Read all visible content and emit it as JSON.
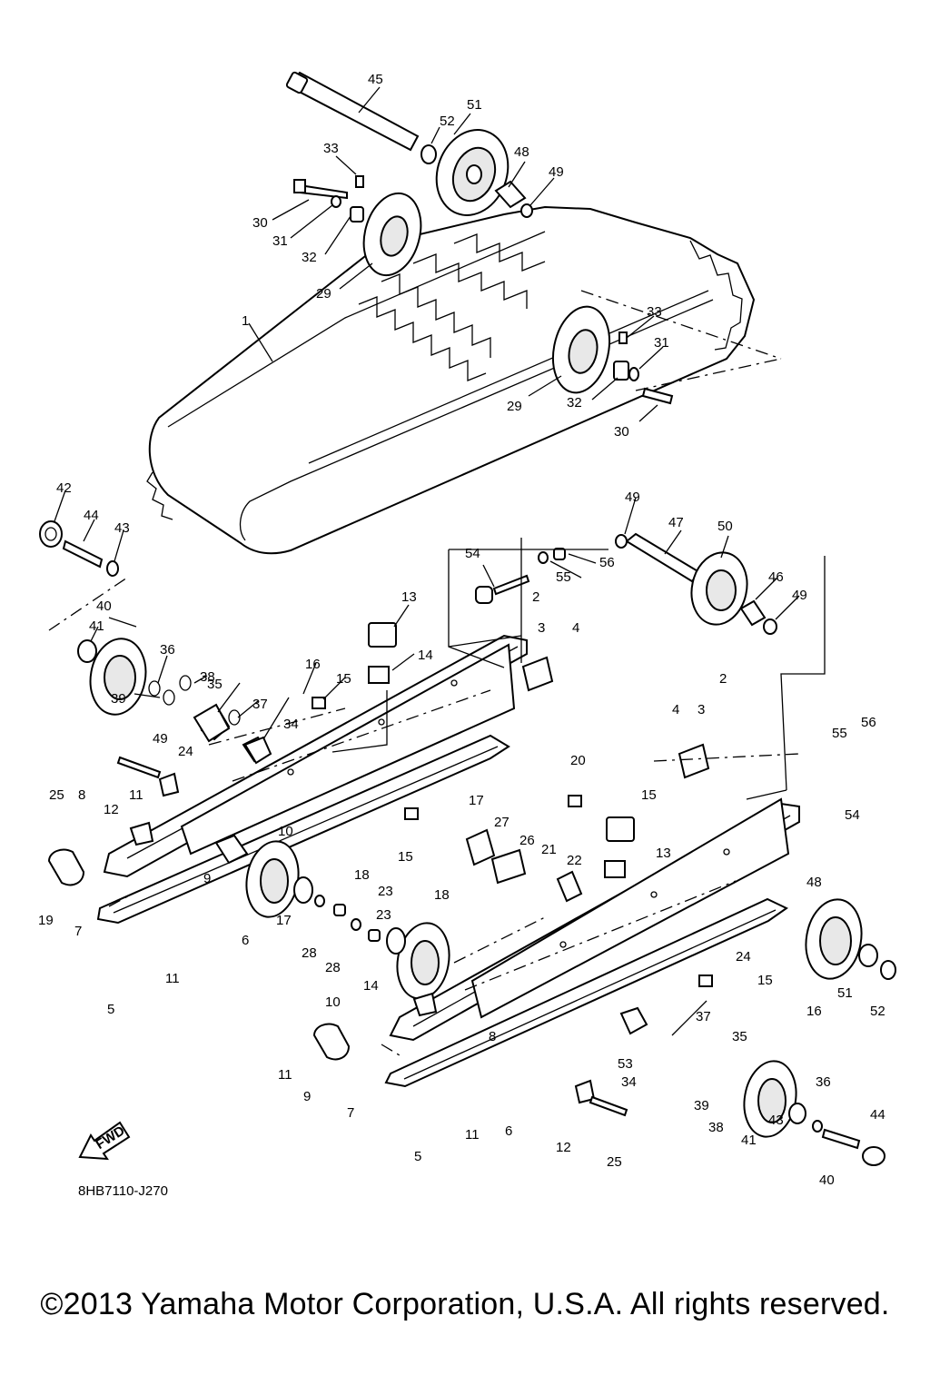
{
  "diagram": {
    "drawing_code": "8HB7110-J270",
    "direction_label": "FWD",
    "callouts": [
      "45",
      "51",
      "52",
      "33",
      "48",
      "49",
      "30",
      "31",
      "32",
      "29",
      "1",
      "33",
      "31",
      "29",
      "32",
      "30",
      "42",
      "44",
      "43",
      "40",
      "41",
      "36",
      "38",
      "39",
      "35",
      "37",
      "34",
      "16",
      "15",
      "13",
      "14",
      "49",
      "47",
      "50",
      "54",
      "56",
      "55",
      "46",
      "49",
      "2",
      "3",
      "4",
      "2",
      "4",
      "3",
      "55",
      "56",
      "54",
      "48",
      "49",
      "24",
      "25",
      "8",
      "12",
      "11",
      "10",
      "19",
      "7",
      "9",
      "11",
      "5",
      "6",
      "17",
      "18",
      "23",
      "28",
      "28",
      "23",
      "18",
      "17",
      "27",
      "26",
      "21",
      "22",
      "20",
      "15",
      "15",
      "13",
      "14",
      "10",
      "11",
      "9",
      "7",
      "8",
      "11",
      "5",
      "6",
      "12",
      "25",
      "24",
      "15",
      "16",
      "51",
      "52",
      "53",
      "34",
      "37",
      "35",
      "39",
      "38",
      "36",
      "43",
      "41",
      "40",
      "44",
      "42"
    ]
  },
  "footer": {
    "copyright": "©2013 Yamaha Motor Corporation, U.S.A. All rights reserved."
  }
}
